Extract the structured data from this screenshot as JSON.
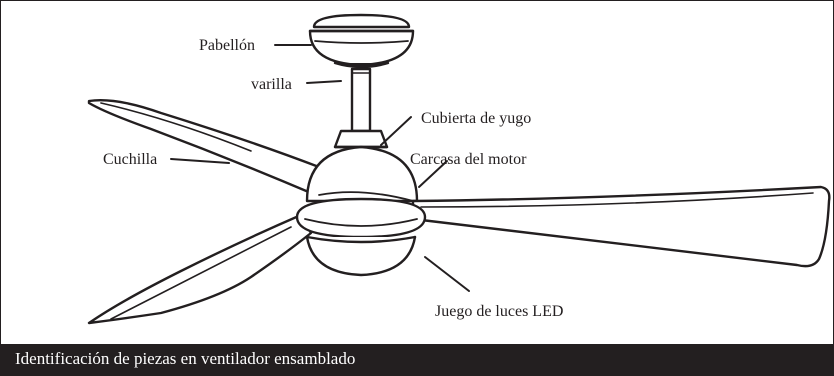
{
  "labels": {
    "canopy": "Pabellón",
    "downrod": "varilla",
    "yoke_cover": "Cubierta de yugo",
    "blade": "Cuchilla",
    "motor_housing": "Carcasa del motor",
    "led_light_kit": "Juego de luces LED"
  },
  "caption": "Identificación de piezas en ventilador ensamblado",
  "colors": {
    "ink": "#231f20",
    "background": "#ffffff"
  }
}
